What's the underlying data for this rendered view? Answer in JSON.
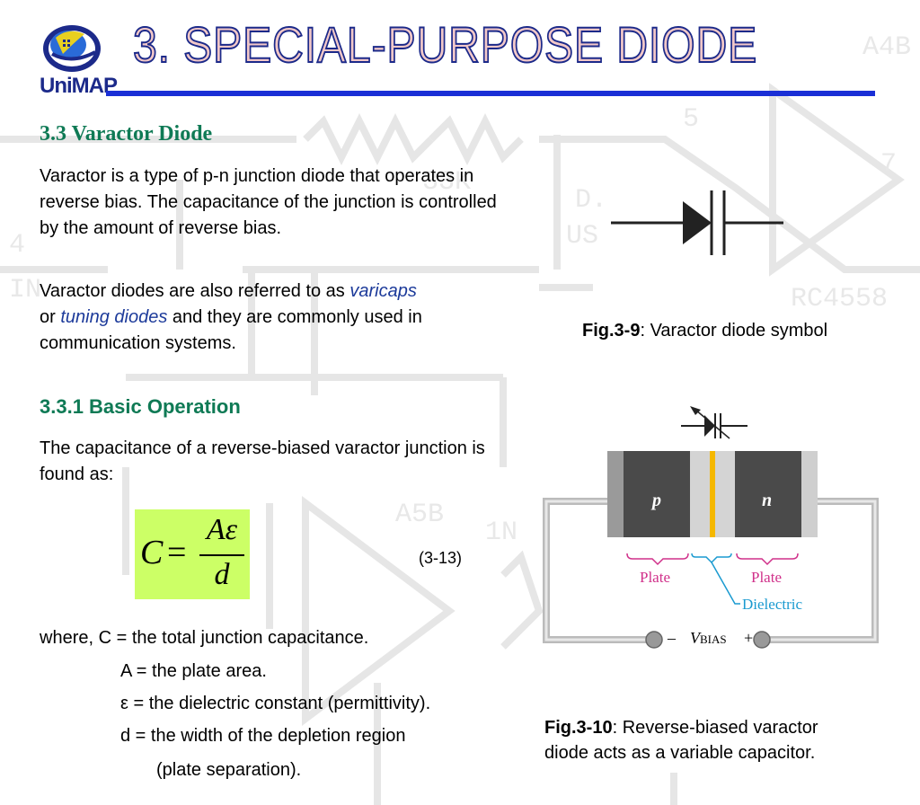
{
  "header": {
    "title": "3. SPECIAL-PURPOSE DIODE",
    "logo_text": "UniMAP"
  },
  "section": {
    "heading": "3.3  Varactor Diode",
    "para1": "Varactor is a type of p-n junction diode that operates in reverse bias. The capacitance of the junction is controlled by the amount of reverse bias.",
    "para2_a": "Varactor diodes are also referred to as ",
    "para2_varicaps": "varicaps",
    "para2_or": "or ",
    "para2_tuning": "tuning diodes",
    "para2_b": " and they are commonly used in communication systems."
  },
  "subsection": {
    "heading": "3.3.1  Basic Operation",
    "intro": "The capacitance of a reverse-biased varactor junction is found as:",
    "equation": {
      "lhs": "C",
      "equals": "=",
      "numerator": "Aε",
      "denominator": "d",
      "number": "(3-13)"
    },
    "where_lines": [
      "where,  C = the total junction capacitance.",
      "A = the plate area.",
      "ε = the dielectric constant   (permittivity).",
      "d = the width of the depletion region",
      "(plate separation)."
    ]
  },
  "figures": {
    "fig1": {
      "label": "Fig.3-9",
      "caption": ": Varactor diode symbol"
    },
    "fig2": {
      "label": "Fig.3-10",
      "caption_line1": ": Reverse-biased varactor",
      "caption_line2": "diode acts as a variable capacitor.",
      "p_label": "p",
      "n_label": "n",
      "plate_left": "Plate",
      "plate_right": "Plate",
      "dielectric": "Dielectric",
      "minus": "–",
      "plus": "+",
      "vbias_v": "V",
      "vbias_sub": "BIAS"
    }
  },
  "colors": {
    "title_fill": "#f2c8c8",
    "title_stroke": "#1c2a8a",
    "rule": "#1a2fd6",
    "heading_green": "#0f7a55",
    "equation_bg": "#ccff66",
    "plate_label": "#d0308a",
    "dielectric_label": "#1a9ad0",
    "dielectric_strip": "#f5b800"
  }
}
